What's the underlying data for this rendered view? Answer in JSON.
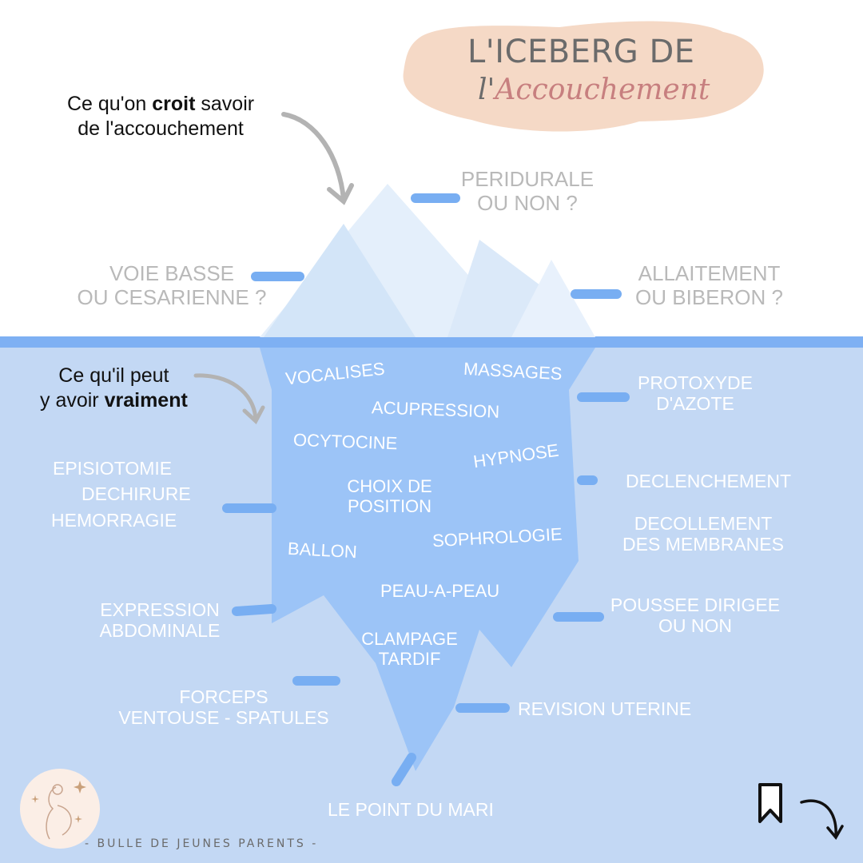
{
  "title": {
    "line1": "L'ICEBERG DE",
    "line2_prefix": "l'",
    "line2_main": "Accouchement"
  },
  "annotations": {
    "top": {
      "pre": "Ce qu'on ",
      "bold": "croit",
      "post": " savoir",
      "line2": "de l'accouchement"
    },
    "bottom": {
      "line1": "Ce qu'il peut",
      "pre": "y avoir ",
      "bold": "vraiment"
    }
  },
  "above_water": {
    "peridurale": [
      "PERIDURALE",
      "OU NON ?"
    ],
    "voie_basse": [
      "VOIE BASSE",
      "OU CESARIENNE ?"
    ],
    "allaitement": [
      "ALLAITEMENT",
      "OU BIBERON ?"
    ]
  },
  "inside_iceberg": {
    "vocalises": "VOCALISES",
    "massages": "MASSAGES",
    "acupression": "ACUPRESSION",
    "ocytocine": "OCYTOCINE",
    "hypnose": "HYPNOSE",
    "choix_position": [
      "CHOIX DE",
      "POSITION"
    ],
    "sophrologie": "SOPHROLOGIE",
    "ballon": "BALLON",
    "peau_a_peau": "PEAU-A-PEAU",
    "clampage": [
      "CLAMPAGE",
      "TARDIF"
    ]
  },
  "below_water": {
    "protoxyde": [
      "PROTOXYDE",
      "D'AZOTE"
    ],
    "declenchement": "DECLENCHEMENT",
    "decollement": [
      "DECOLLEMENT",
      "DES MEMBRANES"
    ],
    "poussee": [
      "POUSSEE DIRIGEE",
      "OU NON"
    ],
    "revision": "REVISION UTERINE",
    "episiotomie": [
      "EPISIOTOMIE",
      "DECHIRURE",
      "HEMORRAGIE"
    ],
    "expression": [
      "EXPRESSION",
      "ABDOMINALE"
    ],
    "forceps": [
      "FORCEPS",
      "VENTOUSE - SPATULES"
    ],
    "point_du_mari": "LE POINT DU MARI"
  },
  "brand": "- BULLE DE JEUNES PARENTS -",
  "colors": {
    "water": "#c3d8f4",
    "waterline": "#7eb0f3",
    "iceberg_underwater": "#9cc4f7",
    "iceberg_above": "#e4effb",
    "iceberg_above_shade": "#d3e5f8",
    "connector": "#78aef2",
    "title_blob": "#f5d9c6",
    "title_accent": "#c77f7f",
    "above_text": "#b9b9b9"
  },
  "icons": {
    "arrow_top": "curved-arrow-icon",
    "arrow_bottom": "curved-arrow-icon",
    "logo": "pregnant-woman-logo",
    "bookmark": "bookmark-icon",
    "next": "curved-arrow-down-icon"
  }
}
